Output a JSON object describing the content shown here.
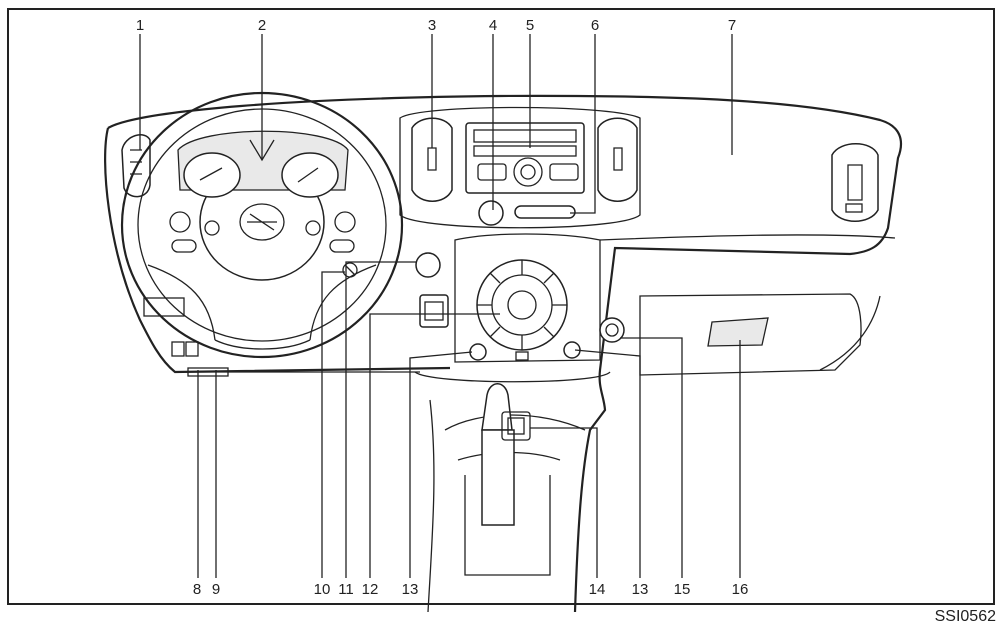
{
  "figure": {
    "reference_code": "SSI0562",
    "callouts": [
      {
        "label": "1"
      },
      {
        "label": "2"
      },
      {
        "label": "3"
      },
      {
        "label": "4"
      },
      {
        "label": "5"
      },
      {
        "label": "6"
      },
      {
        "label": "7"
      },
      {
        "label": "8"
      },
      {
        "label": "9"
      },
      {
        "label": "10"
      },
      {
        "label": "11"
      },
      {
        "label": "12"
      },
      {
        "label": "13"
      },
      {
        "label": "14"
      },
      {
        "label": "13"
      },
      {
        "label": "15"
      },
      {
        "label": "16"
      }
    ]
  },
  "colors": {
    "line": "#222222",
    "background": "#ffffff",
    "panel_tint": "#e9e9e9"
  }
}
